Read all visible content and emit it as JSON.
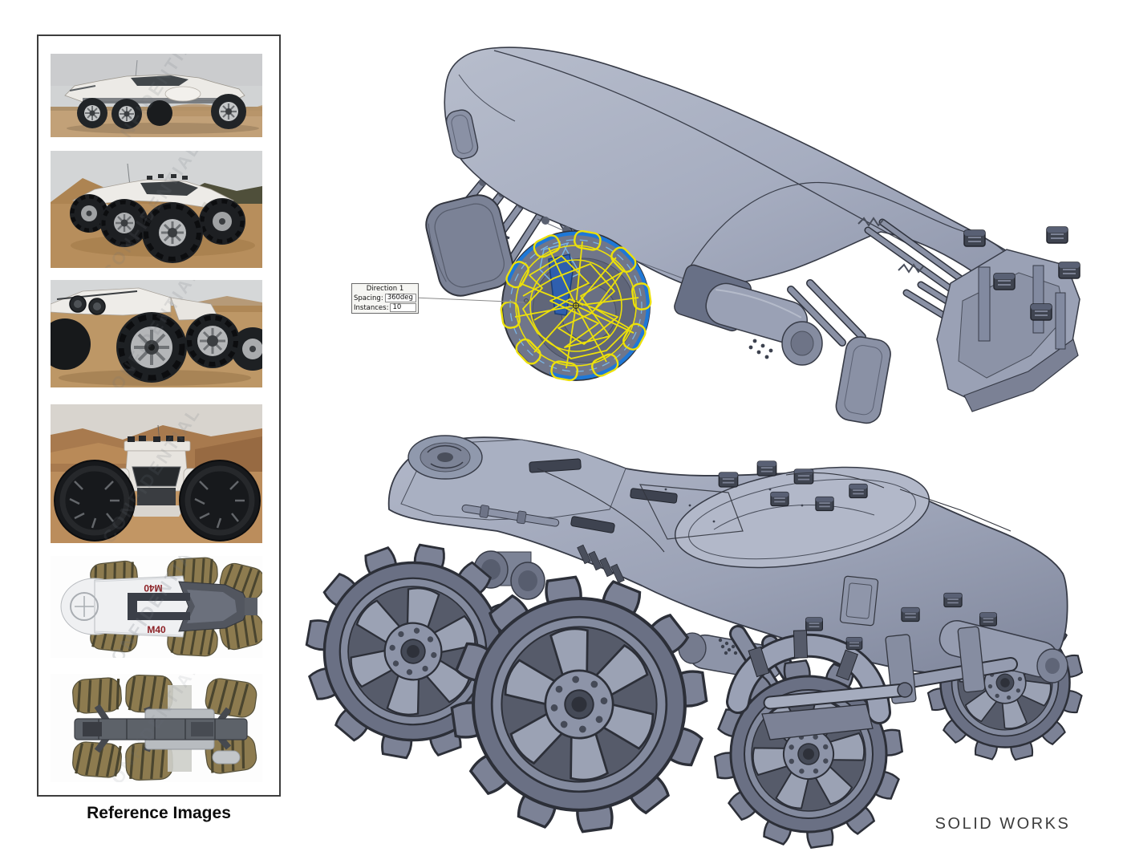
{
  "page": {
    "background": "#ffffff"
  },
  "sidebar": {
    "label": "Reference Images",
    "watermark": "CONFIDENTIAL",
    "images": [
      {
        "name": "side-view-on-beach"
      },
      {
        "name": "front-three-quarter-desert"
      },
      {
        "name": "rear-wheel-closeup"
      },
      {
        "name": "front-view-red-desert"
      },
      {
        "name": "top-view"
      },
      {
        "name": "bottom-view"
      }
    ]
  },
  "vehicle": {
    "model_code": "M40"
  },
  "cad": {
    "callout": {
      "title": "Direction 1",
      "rows": [
        {
          "label": "Spacing:",
          "value": "360deg"
        },
        {
          "label": "Instances:",
          "value": "10"
        }
      ]
    },
    "colors": {
      "body": "#a9b0c2",
      "edge": "#373b47",
      "sketch_yellow": "#ece00a",
      "sketch_blue": "#1e78d7",
      "sketch_light_blue": "#79b5e6"
    }
  },
  "footer": {
    "brand": "SOLID WORKS"
  }
}
